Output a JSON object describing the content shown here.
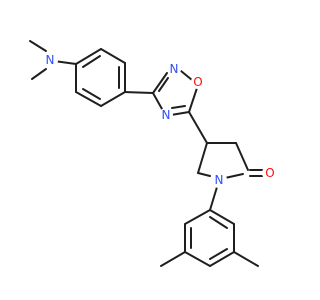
{
  "molecule": {
    "atom_labels": {
      "n_dimethylamino": "N",
      "n_oxadiazole_top": "N",
      "o_oxadiazole": "O",
      "n_oxadiazole_bottom": "N",
      "n_pyrrolidinone": "N",
      "o_carbonyl": "O"
    },
    "colors": {
      "bond": "#1f1f1f",
      "nitrogen": "#3050f8",
      "oxygen": "#ff0d0d",
      "background": "#ffffff"
    }
  }
}
